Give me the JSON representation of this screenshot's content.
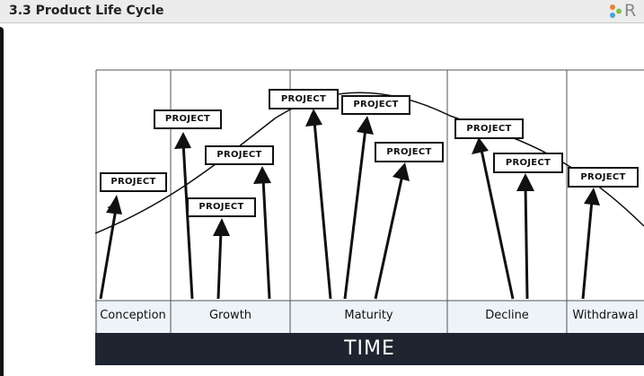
{
  "header": {
    "title": "3.3 Product Life Cycle",
    "logo_letter": "R",
    "logo_colors": [
      "#e9822d",
      "#4aa3d8",
      "#7cc242"
    ]
  },
  "diagram": {
    "stages": [
      "Conception",
      "Growth",
      "Maturity",
      "Decline",
      "Withdrawal"
    ],
    "axis_label": "TIME",
    "project_label": "PROJECT",
    "colors": {
      "line": "#111111",
      "stage_band": "#eef3f8",
      "time_band": "#1f2530",
      "box_fill": "#ffffff"
    }
  }
}
